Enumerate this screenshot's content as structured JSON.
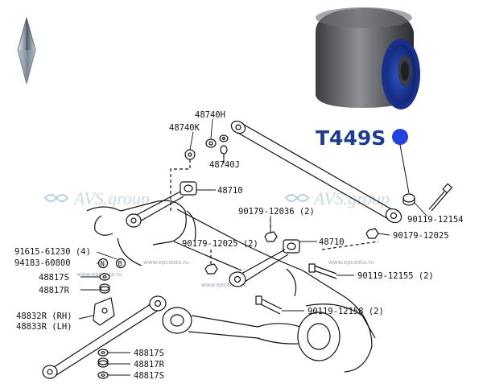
{
  "badge": {
    "code": "T449S",
    "dot_color": "#2244dd"
  },
  "watermark": {
    "brand": "AVS.group",
    "site": "www.epcdata.ru"
  },
  "parts": [
    "48740H",
    "48740K",
    "48740J",
    "48710",
    "48710",
    "90179-12036 (2)",
    "90119-12154",
    "90179-12025",
    "91615-61230 (4)",
    "94183-60800",
    "90179-12025 (2)",
    "48817S",
    "48817R",
    "90119-12155 (2)",
    "90119-12158 (2)",
    "48832R (RH)",
    "48833R (LH)",
    "48817S",
    "48817R",
    "48817S"
  ],
  "callouts": [
    "N",
    "B"
  ],
  "logo_icon": "diamond-logo-icon",
  "product_icon": "rubber-bushing-photo"
}
